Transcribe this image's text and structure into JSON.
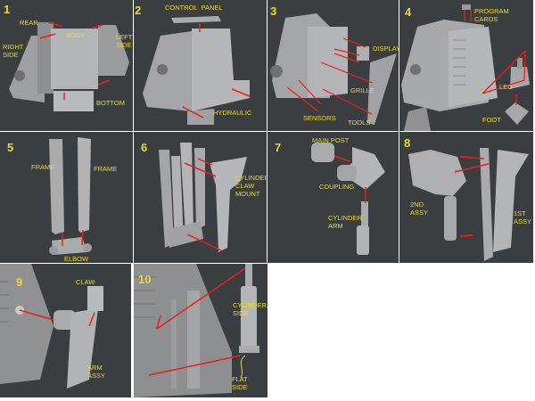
{
  "colors": {
    "background": "#3b3e41",
    "label": "#e3df2a",
    "arrow": "#e8201e",
    "part": "#a9abad"
  },
  "steps": [
    {
      "number": "1",
      "labels": [
        "REAR",
        "BODY",
        "LEFT\nSIDE",
        "RIGHT\nSIDE",
        "BOTTOM"
      ]
    },
    {
      "number": "2",
      "labels": [
        "CONTROL  PANEL",
        "HYDRAULIC"
      ]
    },
    {
      "number": "3",
      "labels": [
        "DISPLAY",
        "GRILLE",
        "SENSORS",
        "TOOLS"
      ]
    },
    {
      "number": "4",
      "labels": [
        "PROGRAM\nCARDS",
        "LEG",
        "FOOT"
      ]
    },
    {
      "number": "5",
      "labels": [
        "FRAME",
        "FRAME",
        "ELBOW"
      ]
    },
    {
      "number": "6",
      "labels": [
        "CYLINDER,\nCLAW\nMOUNT"
      ]
    },
    {
      "number": "7",
      "labels": [
        "MAIN POST",
        "COUPLING",
        "CYLINDER,\nARM"
      ]
    },
    {
      "number": "8",
      "labels": [
        "2ND\nASSY",
        "1ST\nASSY"
      ]
    },
    {
      "number": "9",
      "labels": [
        "CLAW",
        "ARM\nASSY"
      ]
    },
    {
      "number": "10",
      "labels": [
        "CYLINDER,\nSIDE",
        "FLAT\nSIDE"
      ]
    }
  ]
}
